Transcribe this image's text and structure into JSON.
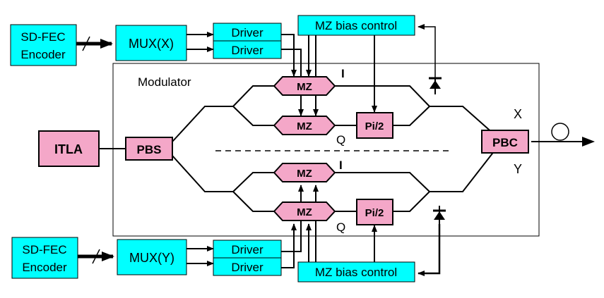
{
  "colors": {
    "cyan_box": "#00ffff",
    "pink_box": "#f4a7c8",
    "pink_mz": "#f4a7c8",
    "line": "#000000",
    "frame": "#000000"
  },
  "encoder_x": {
    "line1": "SD-FEC",
    "line2": "Encoder"
  },
  "encoder_y": {
    "line1": "SD-FEC",
    "line2": "Encoder"
  },
  "mux_x": "MUX(X)",
  "mux_y": "MUX(Y)",
  "drivers_x": [
    "Driver",
    "Driver"
  ],
  "drivers_y": [
    "Driver",
    "Driver"
  ],
  "bias_top": "MZ bias control",
  "bias_bottom": "MZ bias control",
  "modulator_label": "Modulator",
  "itla": "ITLA",
  "pbs": "PBS",
  "pbc": "PBC",
  "mz_labels": [
    "MZ",
    "MZ",
    "MZ",
    "MZ"
  ],
  "pi2_labels": [
    "Pi/2",
    "Pi/2"
  ],
  "arm_labels": {
    "x_i": "I",
    "x_q": "Q",
    "y_i": "I",
    "y_q": "Q"
  },
  "pol_labels": {
    "x": "X",
    "y": "Y"
  },
  "icons": {
    "photodiode": "photodiode-icon",
    "output": "fiber-output-icon"
  }
}
